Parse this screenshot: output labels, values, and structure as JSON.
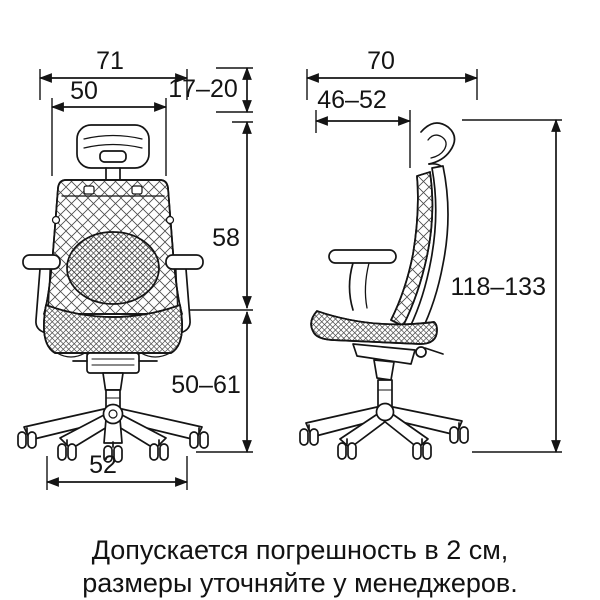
{
  "colors": {
    "line": "#141414",
    "background": "#ffffff"
  },
  "front_view": {
    "overall_width": "71",
    "backrest_width": "50",
    "headrest_height_range": "17–20",
    "backrest_height": "58",
    "seat_height_range": "50–61",
    "base_width": "52"
  },
  "side_view": {
    "overall_depth": "70",
    "seat_depth_range": "46–52",
    "overall_height_range": "118–133"
  },
  "caption": {
    "line1": "Допускается погрешность в 2 см,",
    "line2": "размеры уточняйте у менеджеров."
  }
}
